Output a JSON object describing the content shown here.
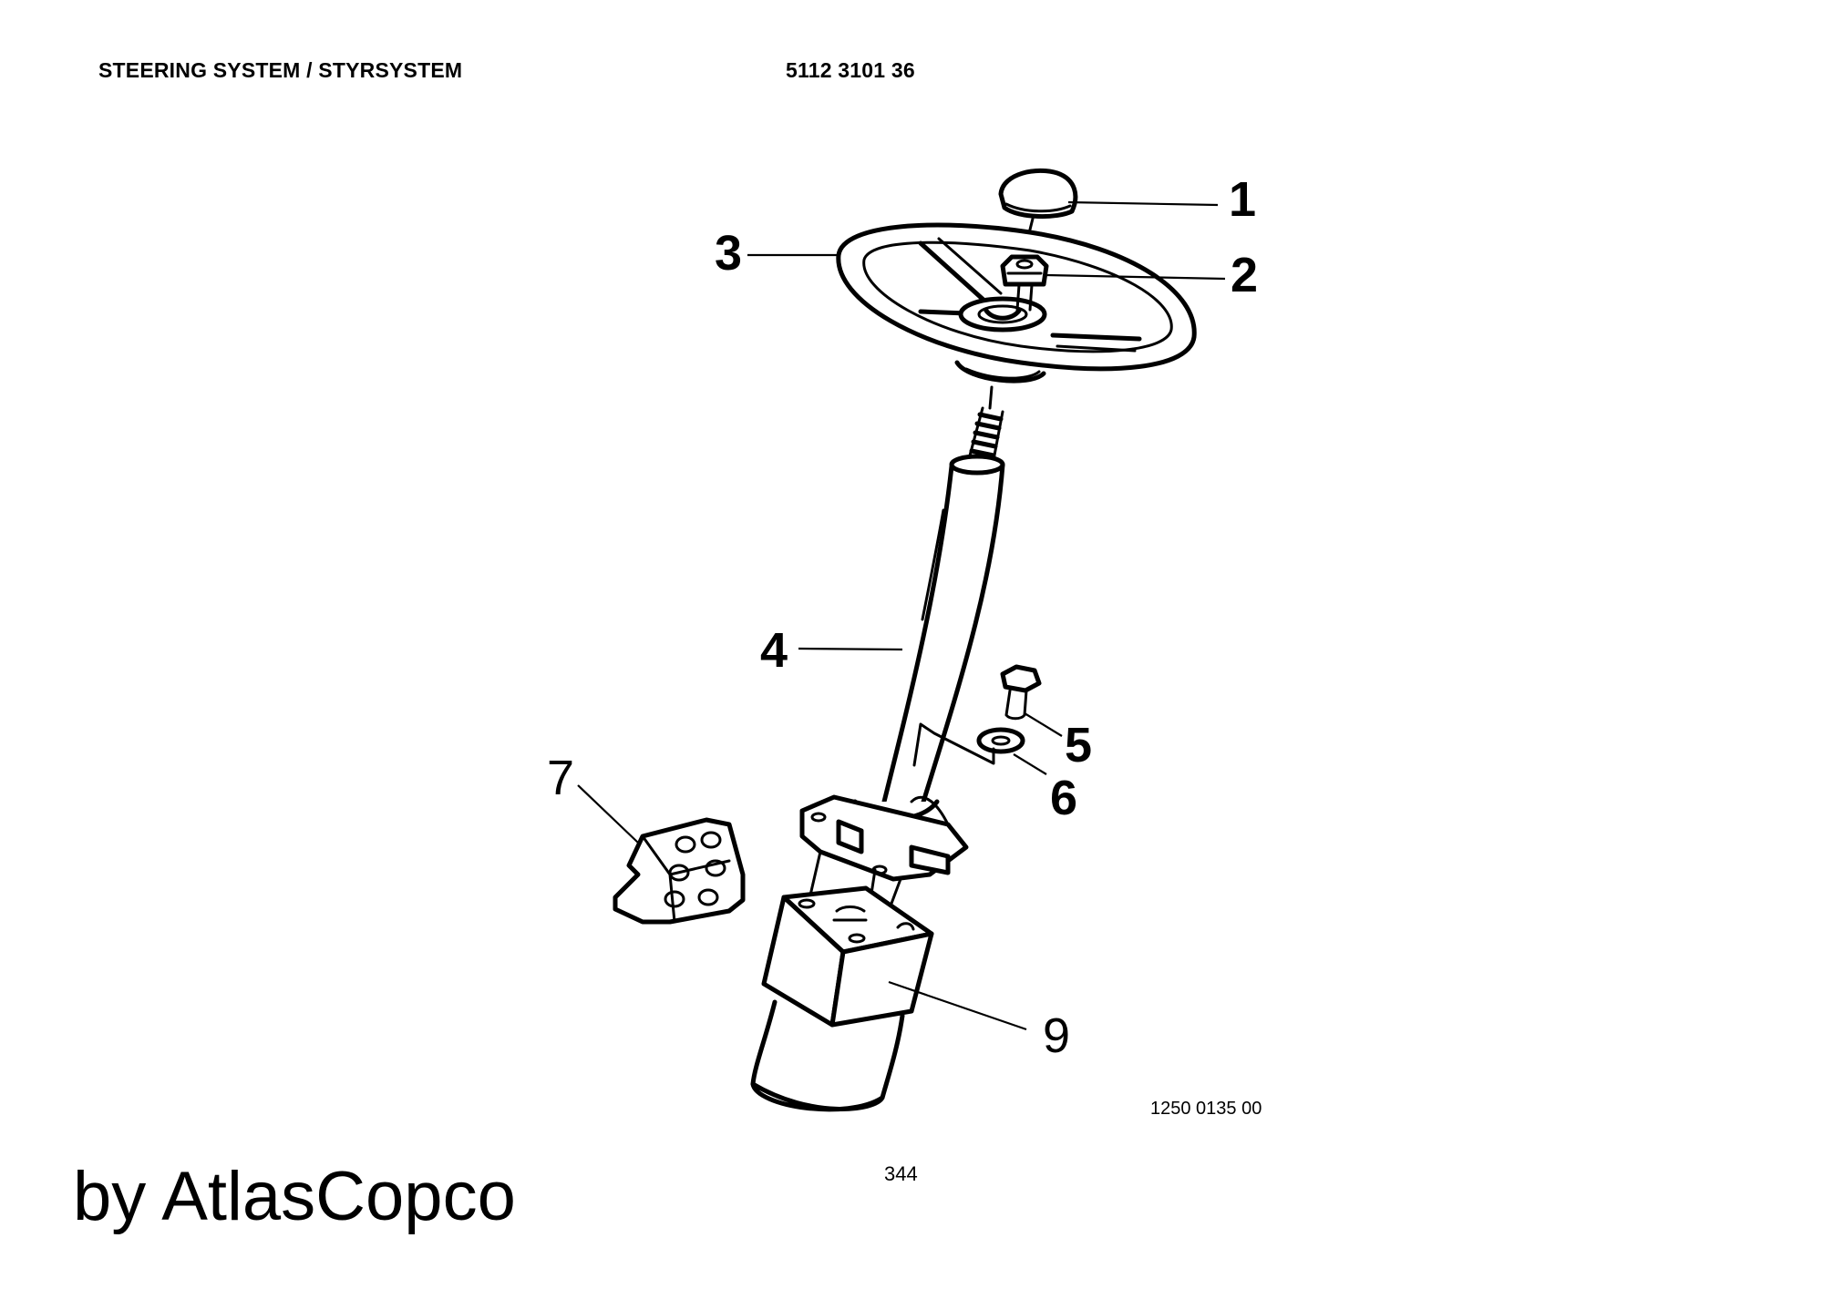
{
  "header": {
    "title": "STEERING SYSTEM / STYRSYSTEM",
    "document_number": "5112 3101 36"
  },
  "callouts": [
    {
      "id": "1",
      "part": "cap",
      "label": "1"
    },
    {
      "id": "2",
      "part": "nut",
      "label": "2"
    },
    {
      "id": "3",
      "part": "steering-wheel",
      "label": "3"
    },
    {
      "id": "4",
      "part": "steering-column",
      "label": "4"
    },
    {
      "id": "5",
      "part": "bolt",
      "label": "5"
    },
    {
      "id": "6",
      "part": "washer",
      "label": "6"
    },
    {
      "id": "7",
      "part": "valve-block",
      "label": "7"
    },
    {
      "id": "9",
      "part": "steering-unit",
      "label": "9"
    }
  ],
  "figure_number": "1250 0135 00",
  "page_number": "344",
  "credit": "by AtlasCopco",
  "colors": {
    "ink": "#000000",
    "paper": "#ffffff"
  }
}
